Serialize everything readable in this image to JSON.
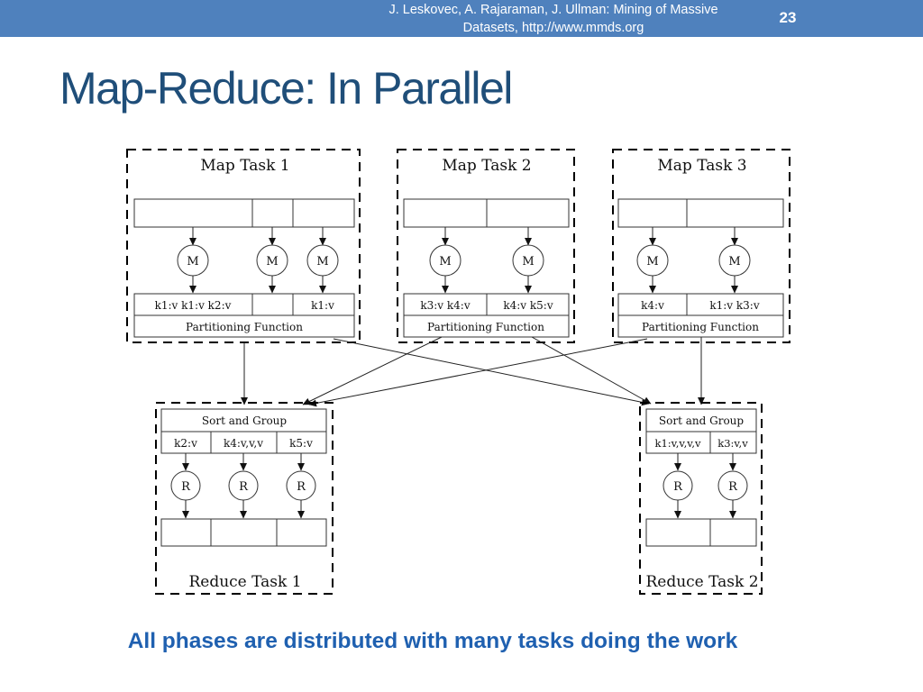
{
  "header": {
    "credit_line1": "J. Leskovec, A. Rajaraman, J. Ullman: Mining of Massive",
    "credit_line2": "Datasets, http://www.mmds.org",
    "slide_number": "23"
  },
  "title": "Map-Reduce: In Parallel",
  "diagram": {
    "map_tasks": [
      {
        "title": "Map Task 1",
        "mapper_label": "M",
        "outputs": [
          "k1:v k1:v k2:v",
          "",
          "k1:v"
        ],
        "partition_label": "Partitioning Function"
      },
      {
        "title": "Map Task 2",
        "mapper_label": "M",
        "outputs": [
          "k3:v k4:v",
          "k4:v k5:v"
        ],
        "partition_label": "Partitioning Function"
      },
      {
        "title": "Map Task 3",
        "mapper_label": "M",
        "outputs": [
          "k4:v",
          "k1:v k3:v"
        ],
        "partition_label": "Partitioning Function"
      }
    ],
    "reduce_tasks": [
      {
        "title": "Reduce Task 1",
        "sort_label": "Sort and Group",
        "groups": [
          "k2:v",
          "k4:v,v,v",
          "k5:v"
        ],
        "reducer_label": "R"
      },
      {
        "title": "Reduce Task 2",
        "sort_label": "Sort and Group",
        "groups": [
          "k1:v,v,v,v",
          "k3:v,v"
        ],
        "reducer_label": "R"
      }
    ]
  },
  "caption": "All phases are distributed with many tasks doing the work",
  "colors": {
    "header_bar": "#4f81bd",
    "title_text": "#1f4e79",
    "caption_text": "#1f60b0"
  }
}
